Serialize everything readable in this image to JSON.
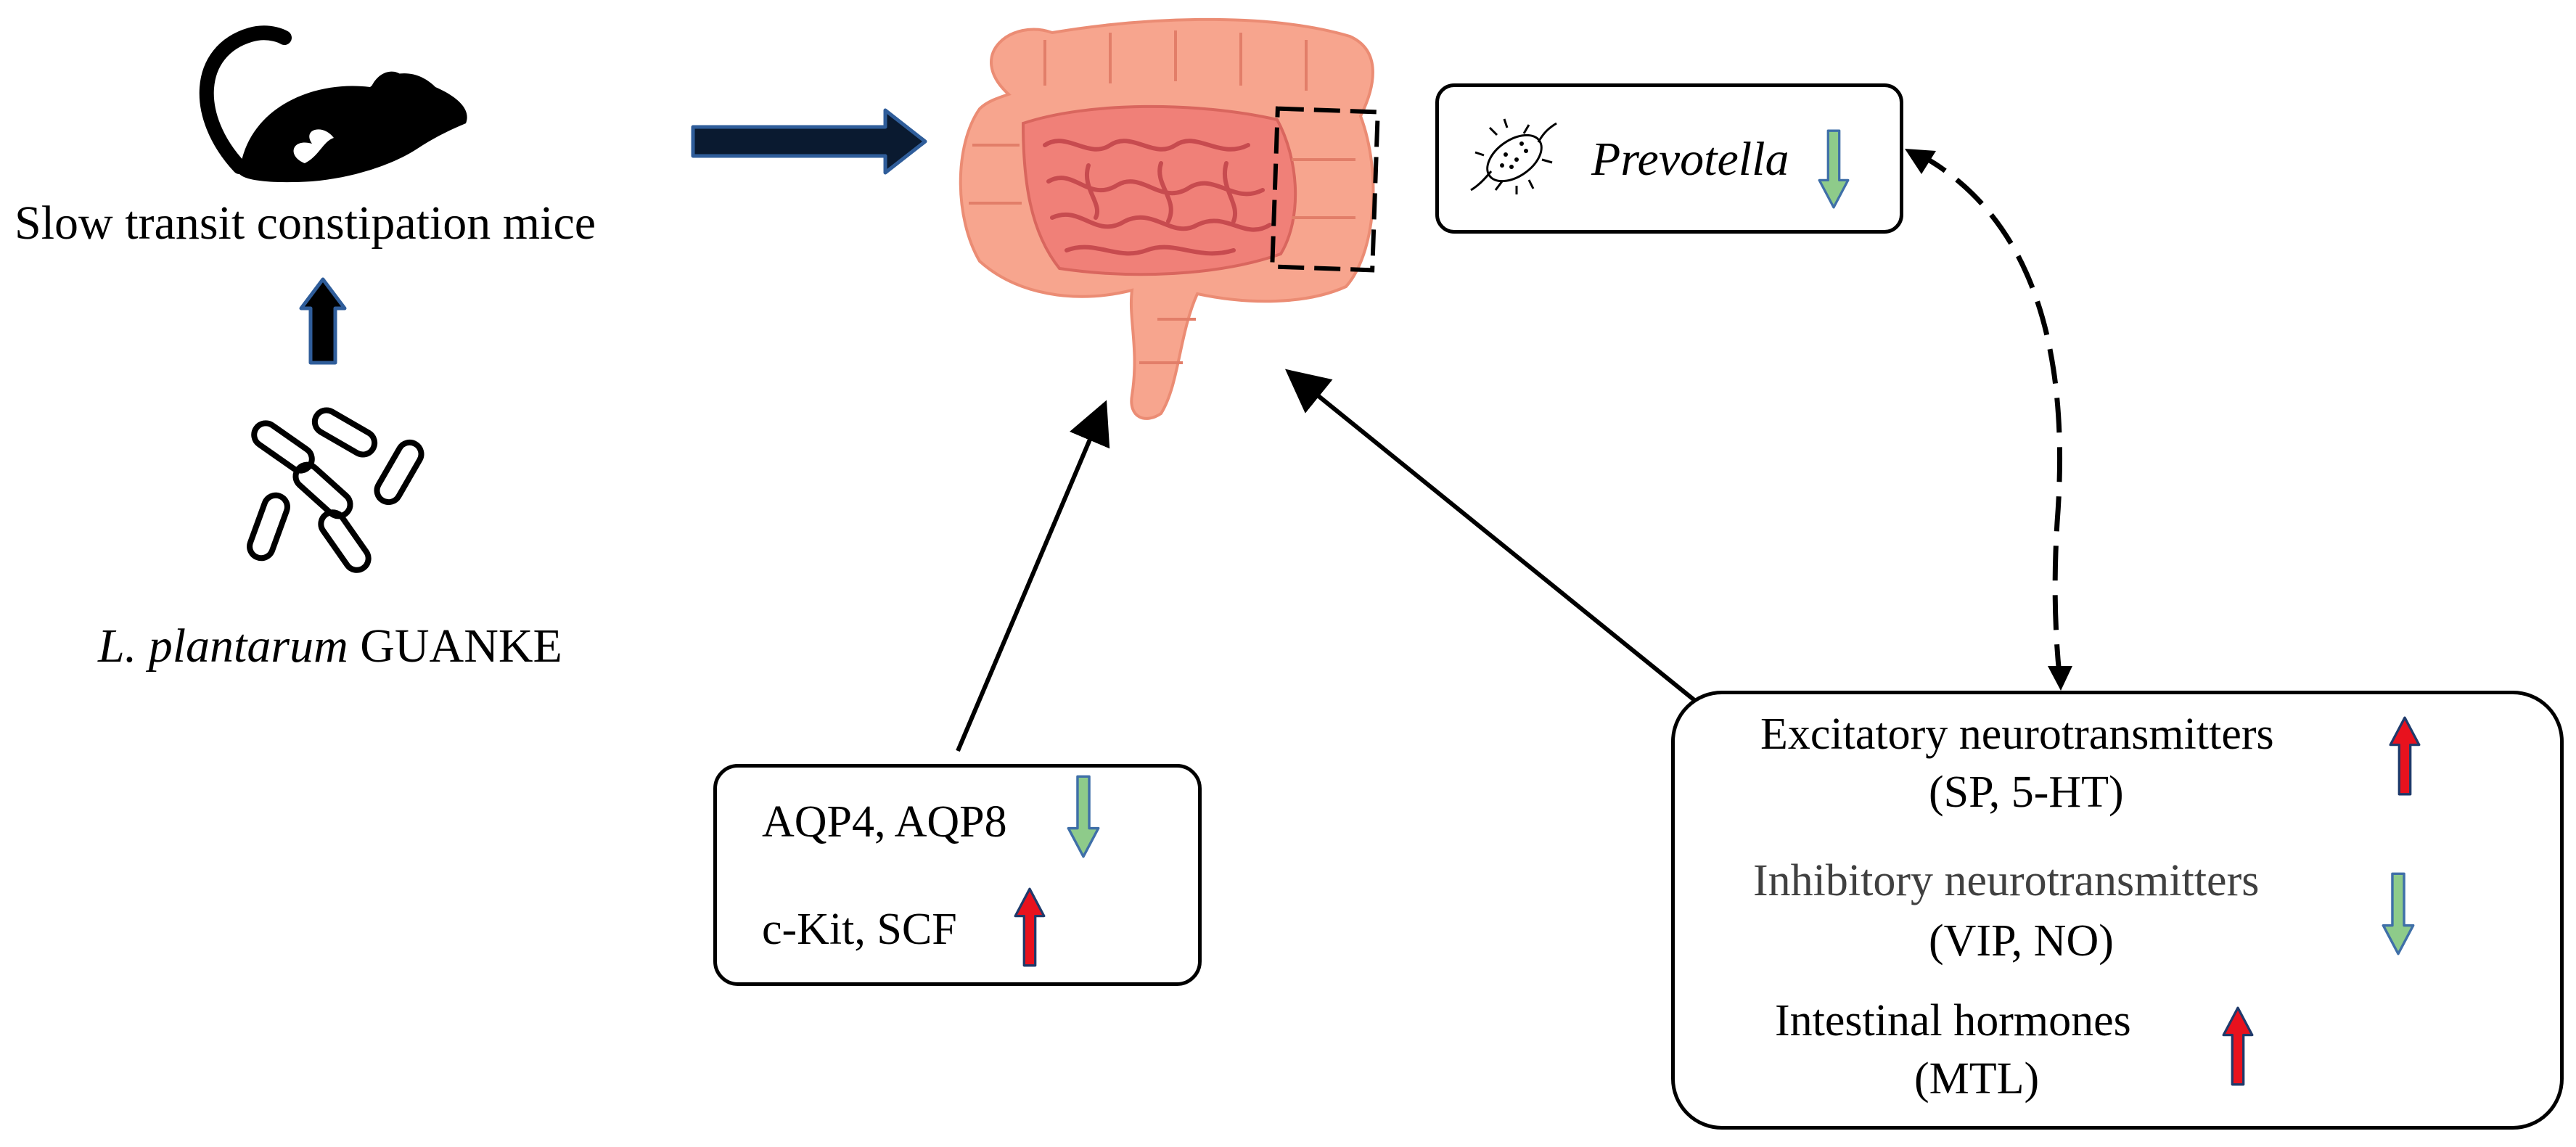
{
  "mouse_section": {
    "caption": "Slow transit constipation mice",
    "strain_italic": "L. plantarum",
    "strain_name": "GUANKE"
  },
  "prevotella_box": {
    "label": "Prevotella",
    "trend": "down"
  },
  "aqp_box": {
    "line1": "AQP4, AQP8",
    "line1_trend": "down",
    "line2": "c-Kit, SCF",
    "line2_trend": "up"
  },
  "neuro_box": {
    "excitatory_title": "Excitatory neurotransmitters",
    "excitatory_items": "(SP, 5-HT)",
    "excitatory_trend": "up",
    "inhibitory_title": "Inhibitory neurotransmitters",
    "inhibitory_items": "(VIP, NO)",
    "inhibitory_trend": "down",
    "hormones_title": "Intestinal hormones",
    "hormones_items": "(MTL)",
    "hormones_trend": "up"
  },
  "colors": {
    "up_arrow_fill": "#e8121e",
    "up_arrow_stroke": "#1f3a6b",
    "down_arrow_fill": "#8ecb8a",
    "down_arrow_stroke": "#3f6fa8",
    "intestine_outer": "#f7a58e",
    "intestine_inner": "#f08078",
    "connector": "#000000",
    "flow_arrow_fill": "#0a1a30",
    "flow_arrow_stroke": "#2f5d9a"
  },
  "icons": {
    "mouse": "mouse-silhouette-icon",
    "bacteria": "bacteria-icon",
    "intestine": "intestine-illustration",
    "trend_up": "up-arrow-icon",
    "trend_down": "down-arrow-icon"
  }
}
